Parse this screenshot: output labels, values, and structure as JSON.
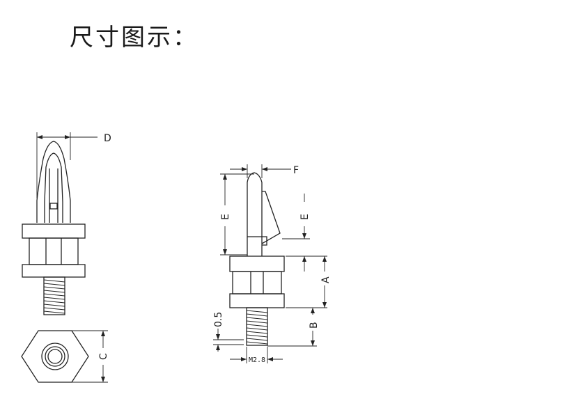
{
  "title": "尺寸图示：",
  "labels": {
    "D": "D",
    "F": "F",
    "E_main": "E",
    "E_small": "E",
    "A": "A",
    "B": "B",
    "C": "C",
    "gap": "0.5",
    "thread": "M2.8"
  }
}
